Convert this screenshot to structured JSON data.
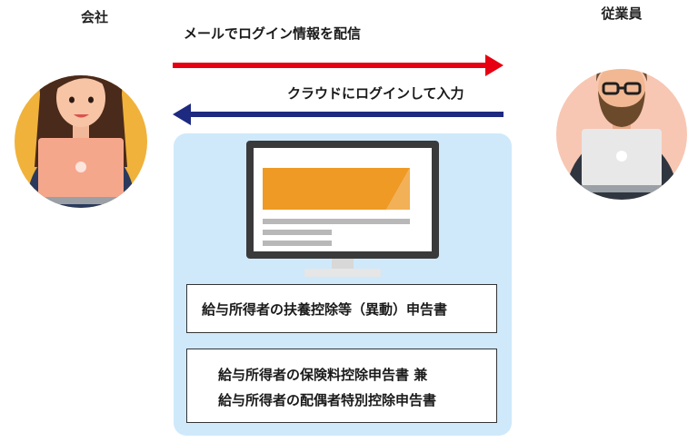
{
  "actors": {
    "company": "会社",
    "employee": "従業員"
  },
  "messages": {
    "to_employee": "メールでログイン情報を配信",
    "to_cloud": "クラウドにログインして入力"
  },
  "forms": {
    "form_1": "給与所得者の扶養控除等（異動）申告書",
    "form_2_line_1": "給与所得者の保険料控除申告書 兼",
    "form_2_line_2": "給与所得者の配偶者特別控除申告書"
  },
  "colors": {
    "arrow_to_employee": "#e60012",
    "arrow_to_company": "#1d2a80",
    "cloud_panel": "#cfe9fb",
    "company_circle": "#f0b23b",
    "employee_circle": "#f7c7b3",
    "screen_banner": "#ef9a25"
  },
  "icons": {
    "company": "businesswoman-with-laptop-icon",
    "employee": "bearded-man-with-laptop-icon",
    "cloud": "desktop-monitor-icon"
  }
}
